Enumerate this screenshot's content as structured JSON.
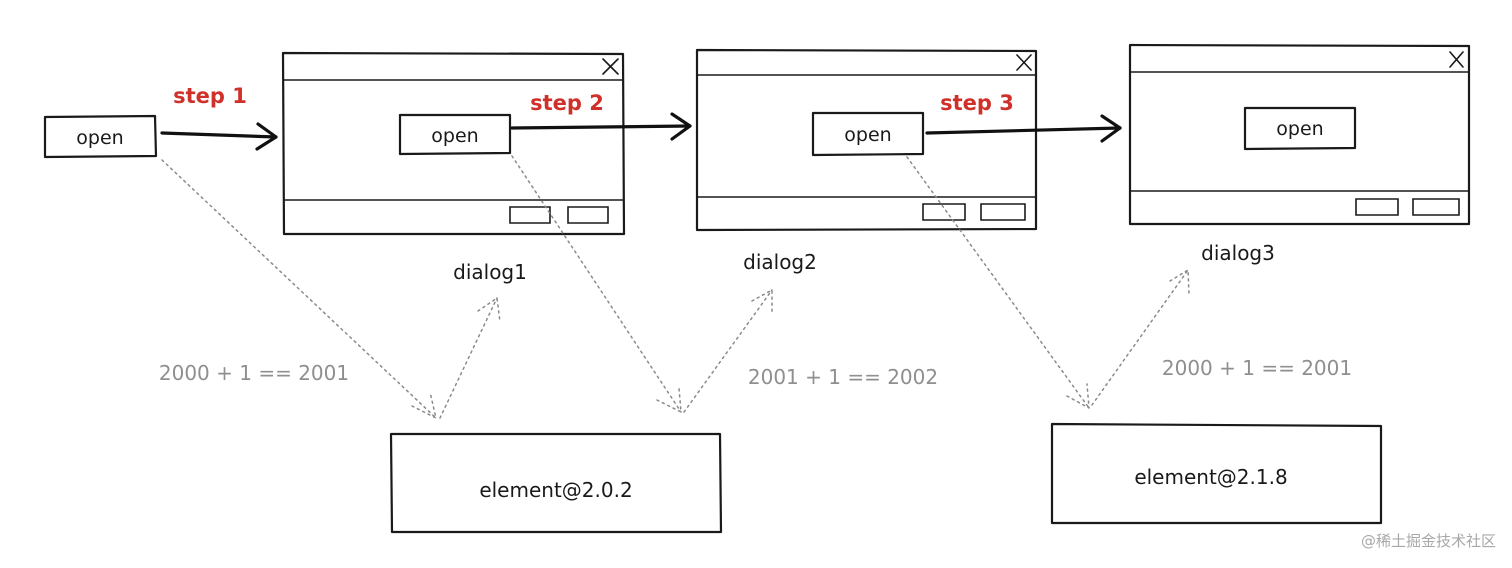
{
  "diagram": {
    "open_buttons": {
      "initial": "open",
      "dialog1": "open",
      "dialog2": "open",
      "dialog3": "open"
    },
    "steps": {
      "step1": "step 1",
      "step2": "step 2",
      "step3": "step 3"
    },
    "dialog_labels": {
      "dialog1": "dialog1",
      "dialog2": "dialog2",
      "dialog3": "dialog3"
    },
    "equations": {
      "eq1": "2000 + 1 == 2001",
      "eq2": "2001 + 1 == 2002",
      "eq3": "2000 + 1 == 2001"
    },
    "elements": {
      "element_a": "element@2.0.2",
      "element_b": "element@2.1.8"
    },
    "close_glyph": "X",
    "watermark": "@稀土掘金技术社区",
    "colors": {
      "step_text": "#d0302a",
      "equation_text": "#8f8f8f",
      "ink": "#1a1a1a",
      "dotted_arrow": "#8a8a8a"
    }
  }
}
